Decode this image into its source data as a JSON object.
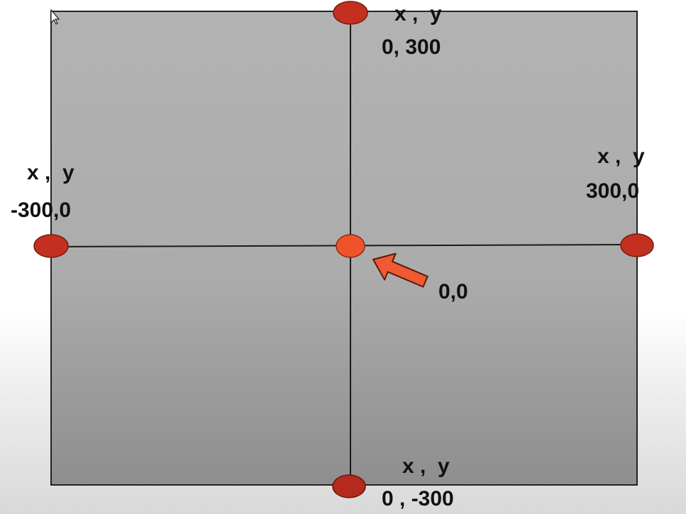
{
  "diagram": {
    "points": [
      {
        "id": "top",
        "axis_label": "x ,  y",
        "coords": "0, 300"
      },
      {
        "id": "left",
        "axis_label": "x ,  y",
        "coords": "-300,0"
      },
      {
        "id": "right",
        "axis_label": "x ,  y",
        "coords": "300,0"
      },
      {
        "id": "bottom",
        "axis_label": "x ,  y",
        "coords": "0 , -300"
      },
      {
        "id": "origin",
        "coords": "0,0"
      }
    ],
    "colors": {
      "panel_top": "#b3b3b3",
      "panel_bottom": "#8f8f8f",
      "point": "#c4301f",
      "origin_point": "#f0532a",
      "arrow": "#ef5a32"
    }
  }
}
